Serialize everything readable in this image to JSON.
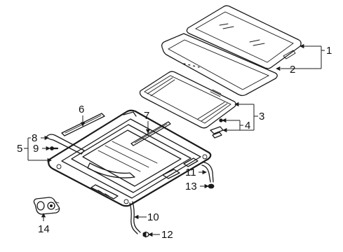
{
  "callouts": [
    {
      "id": "c1",
      "label": "1"
    },
    {
      "id": "c2",
      "label": "2"
    },
    {
      "id": "c3",
      "label": "3"
    },
    {
      "id": "c4",
      "label": "4"
    },
    {
      "id": "c5",
      "label": "5"
    },
    {
      "id": "c6",
      "label": "6"
    },
    {
      "id": "c7",
      "label": "7"
    },
    {
      "id": "c8",
      "label": "8"
    },
    {
      "id": "c9",
      "label": "9"
    },
    {
      "id": "c10",
      "label": "10"
    },
    {
      "id": "c11",
      "label": "11"
    },
    {
      "id": "c12",
      "label": "12"
    },
    {
      "id": "c13",
      "label": "13"
    },
    {
      "id": "c14",
      "label": "14"
    }
  ],
  "colors": {
    "line": "#1a1a1a",
    "background": "#ffffff"
  }
}
